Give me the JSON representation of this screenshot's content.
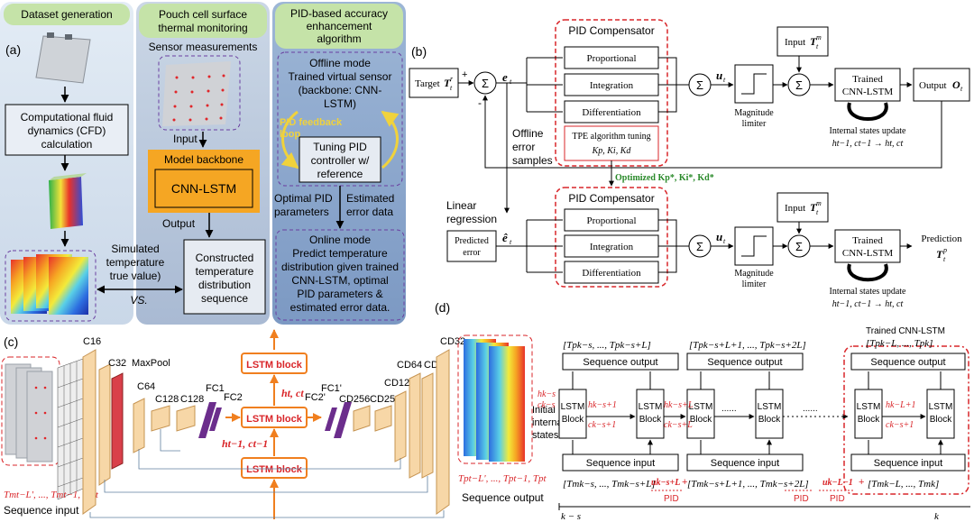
{
  "panel_a": {
    "label": "(a)",
    "col1_header": "Dataset generation",
    "col2_header_1": "Pouch cell surface",
    "col2_header_2": "thermal monitoring",
    "col3_header_1": "PID-based accuracy",
    "col3_header_2": "enhancement",
    "col3_header_3": "algorithm",
    "cfd_1": "Computational fluid",
    "cfd_2": "dynamics (CFD)",
    "cfd_3": "calculation",
    "sensor": "Sensor measurements",
    "input": "Input",
    "backbone": "Model backbone",
    "cnn_lstm": "CNN-LSTM",
    "output": "Output",
    "simulated_1": "Simulated",
    "simulated_2": "temperature",
    "simulated_3": "true value)",
    "vs": "VS.",
    "constructed_1": "Constructed",
    "constructed_2": "temperature",
    "constructed_3": "distribution",
    "constructed_4": "sequence",
    "offline_1": "Offline mode",
    "offline_2": "Trained virtual sensor",
    "offline_3": "(backbone: CNN-",
    "offline_4": "LSTM)",
    "pid_loop_1": "PID feedback",
    "pid_loop_2": "loop",
    "tuning_1": "Tuning PID",
    "tuning_2": "controller w/",
    "tuning_3": "reference",
    "optimal_1": "Optimal PID",
    "optimal_2": "parameters",
    "estimated_1": "Estimated",
    "estimated_2": "error data",
    "online_1": "Online mode",
    "online_2": "Predict temperature",
    "online_3": "distribution given trained",
    "online_4": "CNN-LSTM, optimal",
    "online_5": "PID parameters &",
    "online_6": "estimated error data."
  },
  "panel_b": {
    "label": "(b)",
    "target": "Target",
    "target_sym": "T",
    "target_sub": "t",
    "target_sup": "r",
    "plus": "+",
    "minus": "-",
    "sigma": "Σ",
    "e_t": "e",
    "e_sub": "t",
    "pid_comp": "PID Compensator",
    "proportional": "Proportional",
    "integration": "Integration",
    "differentiation": "Differentiation",
    "tpe": "TPE algorithm tuning",
    "k_params": "Kp, Ki, Kd",
    "u_t": "u",
    "u_sub": "t",
    "magnitude_1": "Magnitude",
    "magnitude_2": "limiter",
    "input_tm": "Input",
    "tm_sym": "T",
    "tm_sub": "t",
    "tm_sup": "m",
    "trained_1": "Trained",
    "trained_2": "CNN-LSTM",
    "output": "Output",
    "o_t": "O",
    "o_sub": "t",
    "internal_1": "Internal states update",
    "internal_2": "ht−1, ct−1 → ht, ct",
    "offline_err_1": "Offline",
    "offline_err_2": "error",
    "offline_err_3": "samples",
    "optimized": "Optimized Kp*, Ki*, Kd*",
    "linear_1": "Linear",
    "linear_2": "regression",
    "predicted_1": "Predicted",
    "predicted_2": "error",
    "e_hat": "ê",
    "prediction": "Prediction",
    "tp_sym": "T",
    "tp_sub": "t",
    "tp_sup": "p"
  },
  "panel_c": {
    "label": "(c)",
    "c16": "C16",
    "c32": "C32",
    "maxpool": "MaxPool",
    "c64": "C64",
    "c128a": "C128",
    "c128b": "C128",
    "fc1": "FC1",
    "fc2": "FC2",
    "fc2p": "FC2'",
    "fc1p": "FC1'",
    "cd256a": "CD256",
    "cd256b": "CD256",
    "cd128": "CD128",
    "cd64a": "CD64",
    "cd64b": "CD64",
    "cd32": "CD32",
    "lstm_block": "LSTM block",
    "ht_ct": "ht, ct",
    "ht1_ct1": "ht−1, ct−1",
    "seq_input_sym": "Tmt−L', ..., Tmt−1, Tmt",
    "seq_input": "Sequence input",
    "seq_output_sym": "Tpt−L', ..., Tpt−1, Tpt",
    "seq_output": "Sequence output"
  },
  "panel_d": {
    "label": "(d)",
    "trained": "Trained CNN-LSTM",
    "seq_output": "Sequence output",
    "seq_input": "Sequence input",
    "lstm": "LSTM",
    "block": "Block",
    "out1": "[Tpk−s, ..., Tpk−s+L]",
    "out2": "[Tpk−s+L+1, ..., Tpk−s+2L]",
    "out3": "[Tpk−L, ..., Tpk]",
    "in1": "[Tmk−s, ..., Tmk−s+L]",
    "in2": "[Tmk−s+L+1, ..., Tmk−s+2L]",
    "in3": "[Tmk−L, ..., Tmk]",
    "h_ks": "hk−s",
    "c_ks": "ck−s",
    "h_ks1": "hk−s+1",
    "c_ks1": "ck−s+1",
    "h_ksl": "hk−s+L",
    "c_ksl": "ck−s+L",
    "h_kl1": "hk−L+1",
    "c_ks1b": "ck−s+1",
    "initial_1": "Initial",
    "initial_2": "internal",
    "initial_3": "states",
    "u_ksl": "uk−s+L",
    "u_kl1": "uk−L−1",
    "pid": "PID",
    "plus": "+",
    "axis_start": "k − s",
    "axis_end": "k",
    "dots": "......"
  }
}
